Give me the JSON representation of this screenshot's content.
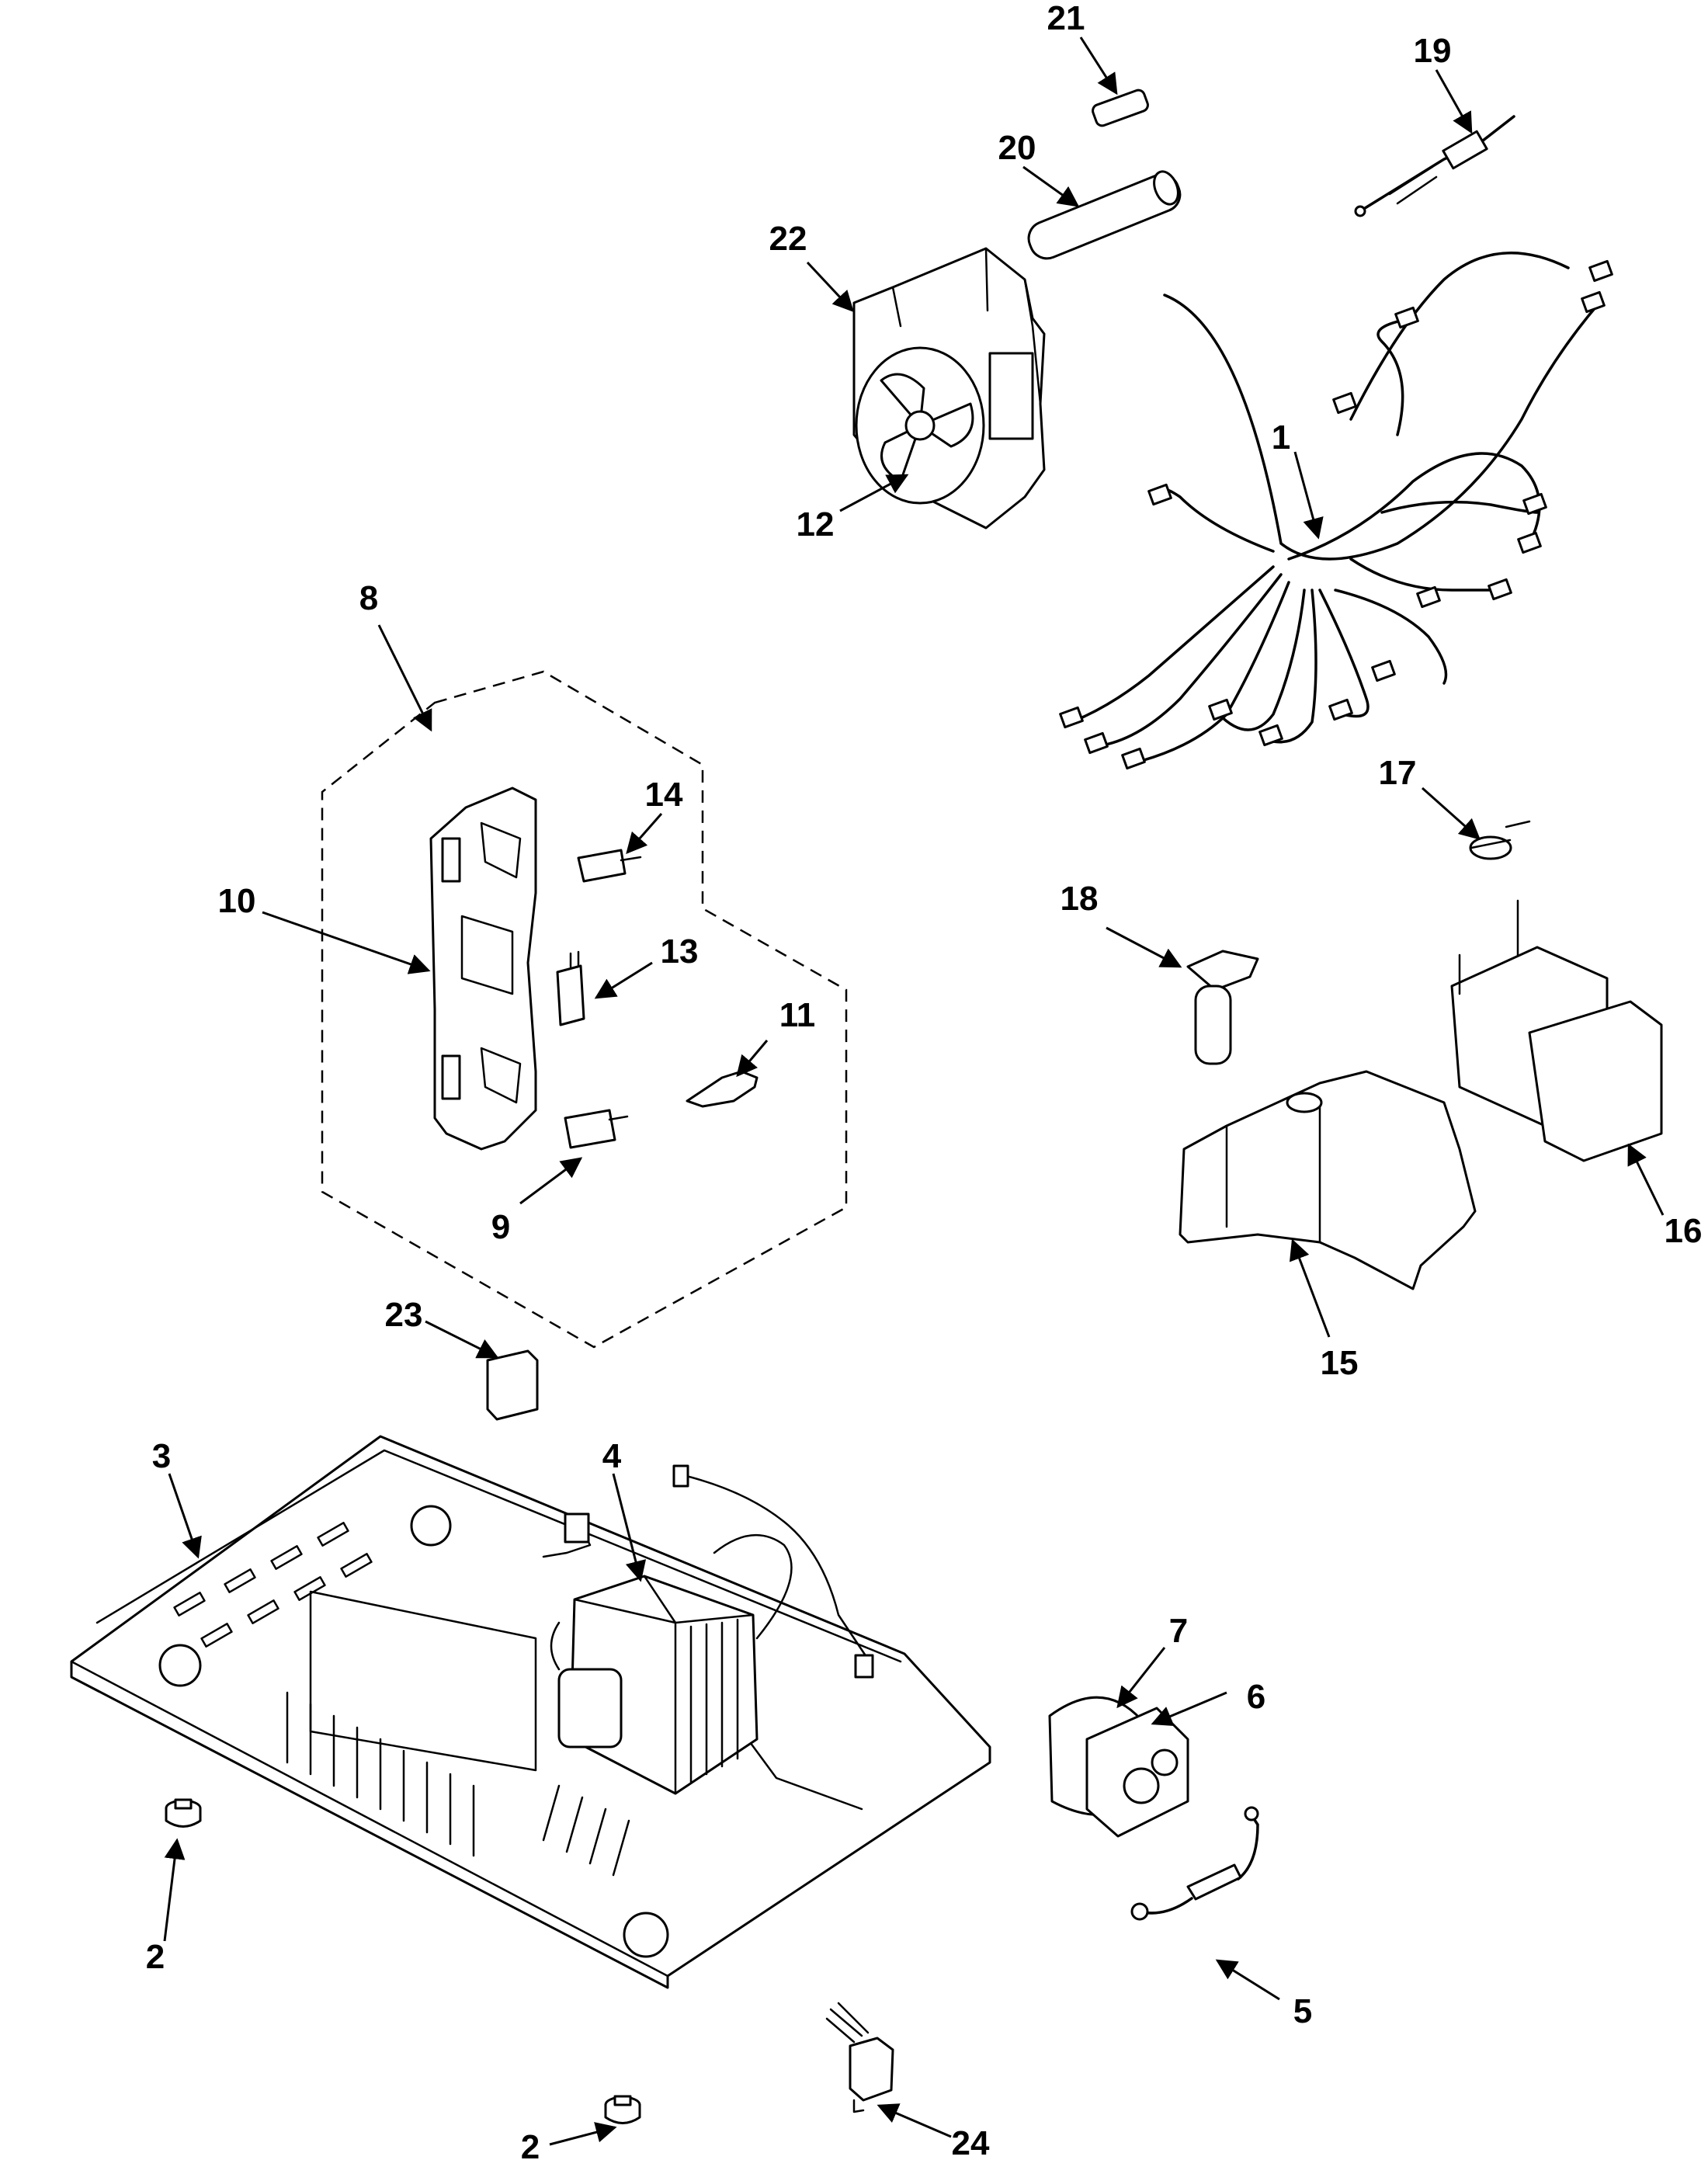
{
  "diagram": {
    "callouts": [
      {
        "id": "c1",
        "label": "1"
      },
      {
        "id": "c2a",
        "label": "2"
      },
      {
        "id": "c2b",
        "label": "2"
      },
      {
        "id": "c3",
        "label": "3"
      },
      {
        "id": "c4",
        "label": "4"
      },
      {
        "id": "c5",
        "label": "5"
      },
      {
        "id": "c6",
        "label": "6"
      },
      {
        "id": "c7",
        "label": "7"
      },
      {
        "id": "c8",
        "label": "8"
      },
      {
        "id": "c9",
        "label": "9"
      },
      {
        "id": "c10",
        "label": "10"
      },
      {
        "id": "c11",
        "label": "11"
      },
      {
        "id": "c12",
        "label": "12"
      },
      {
        "id": "c13",
        "label": "13"
      },
      {
        "id": "c14",
        "label": "14"
      },
      {
        "id": "c15",
        "label": "15"
      },
      {
        "id": "c16",
        "label": "16"
      },
      {
        "id": "c17",
        "label": "17"
      },
      {
        "id": "c18",
        "label": "18"
      },
      {
        "id": "c19",
        "label": "19"
      },
      {
        "id": "c20",
        "label": "20"
      },
      {
        "id": "c21",
        "label": "21"
      },
      {
        "id": "c22",
        "label": "22"
      },
      {
        "id": "c23",
        "label": "23"
      },
      {
        "id": "c24",
        "label": "24"
      }
    ]
  }
}
